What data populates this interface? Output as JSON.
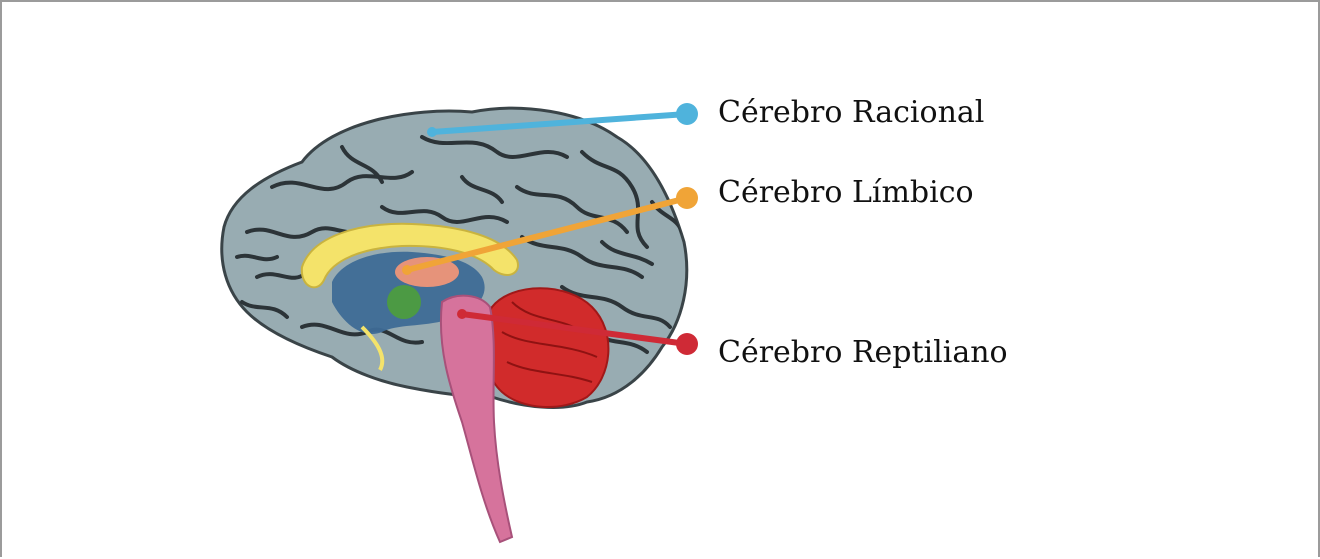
{
  "labels": {
    "rational": "Cérebro Racional",
    "limbic": "Cérebro Límbico",
    "reptilian": "Cérebro Reptiliano"
  },
  "colors": {
    "rational": "#4fb3dc",
    "limbic": "#f0a437",
    "reptilian": "#cf2a36",
    "cortex": "#98acb2",
    "cortex_dark": "#2c3438",
    "brainstem": "#d6739c",
    "cerebellum": "#d12b2b",
    "corpus_callosum": "#f4e36a",
    "limbic_inner": "#3e6b96",
    "amygdala": "#4c9a44"
  }
}
